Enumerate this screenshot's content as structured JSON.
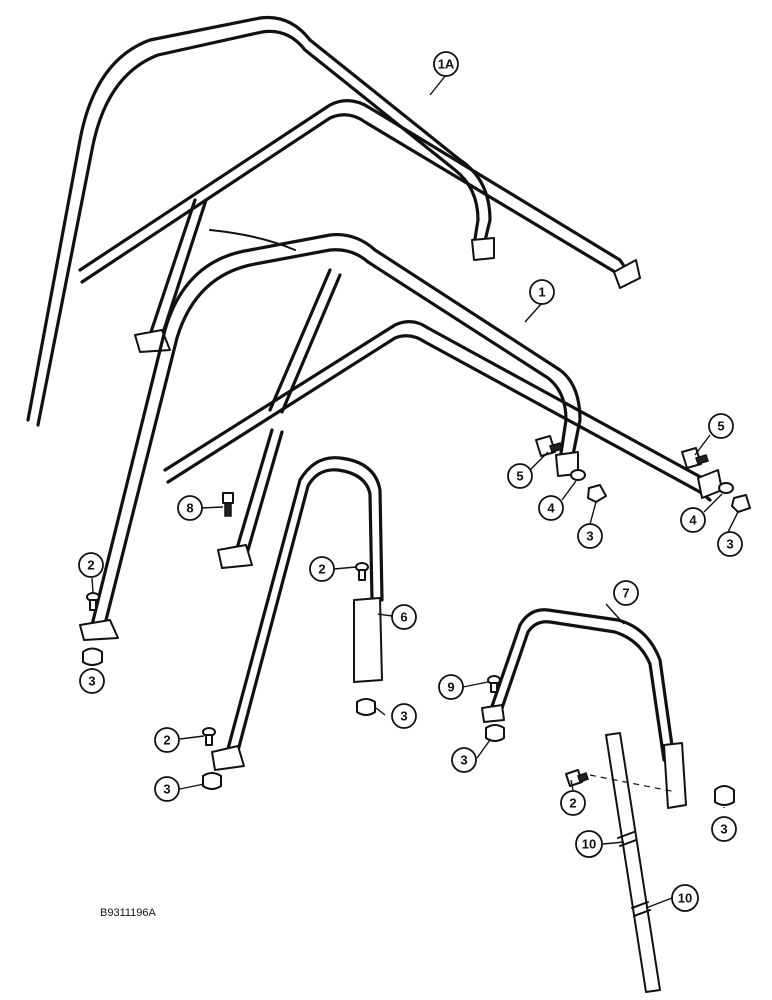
{
  "figure_id": "B9311196A",
  "callouts": {
    "c1a": "1A",
    "c1": "1",
    "c2": "2",
    "c3": "3",
    "c4": "4",
    "c5": "5",
    "c6": "6",
    "c7": "7",
    "c8": "8",
    "c9": "9",
    "c10": "10"
  },
  "parts": [
    {
      "ref": "1A",
      "kind": "frame"
    },
    {
      "ref": "1",
      "kind": "frame"
    },
    {
      "ref": "2",
      "kind": "screw"
    },
    {
      "ref": "3",
      "kind": "nut"
    },
    {
      "ref": "4",
      "kind": "washer"
    },
    {
      "ref": "5",
      "kind": "bolt"
    },
    {
      "ref": "6",
      "kind": "frame"
    },
    {
      "ref": "7",
      "kind": "frame"
    },
    {
      "ref": "8",
      "kind": "bolt"
    },
    {
      "ref": "9",
      "kind": "screw"
    },
    {
      "ref": "10",
      "kind": "strap"
    }
  ]
}
